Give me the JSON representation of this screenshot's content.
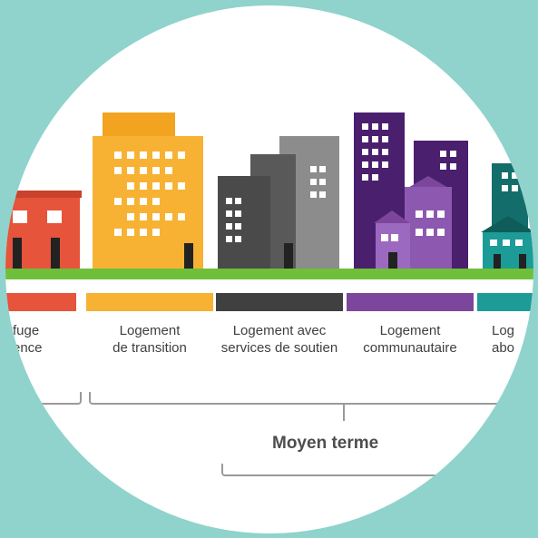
{
  "categories": [
    {
      "id": "shelter",
      "label": "fuge\nence",
      "color": "#e5543b"
    },
    {
      "id": "transition",
      "label": "Logement\nde transition",
      "color": "#f7b233"
    },
    {
      "id": "supportive",
      "label": "Logement avec\nservices de soutien",
      "color": "#404040"
    },
    {
      "id": "community",
      "label": "Logement\ncommunautaire",
      "color": "#7b469c"
    },
    {
      "id": "affordable",
      "label": "Log\nabo",
      "color": "#1d9b96"
    }
  ],
  "term_label": "Moyen terme",
  "colors": {
    "background": "#8fd3cc",
    "ground": "#6fbf3a",
    "bracket": "#9a9a9a"
  }
}
